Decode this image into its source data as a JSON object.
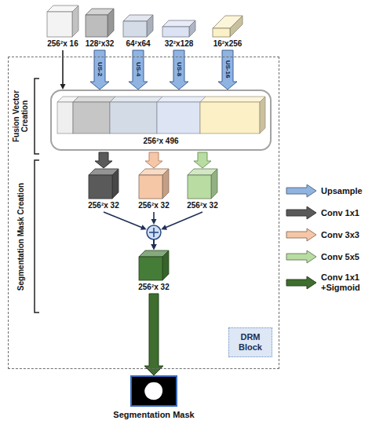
{
  "diagram": {
    "nodes": [
      {
        "text": [
          "256²x 16"
        ]
      },
      {
        "text": [
          "128²x32"
        ]
      },
      {
        "text": [
          "64²x64"
        ]
      },
      {
        "text": [
          "32²x128"
        ]
      },
      {
        "text": [
          "16²x256"
        ]
      },
      {
        "text": [
          "DRM Block"
        ]
      },
      {
        "text": [
          "256²x 496"
        ],
        "in": 5
      },
      {
        "text": [
          "256²x 32"
        ],
        "in": 5
      },
      {
        "text": [
          "256²x 32"
        ],
        "in": 5
      },
      {
        "text": [
          "256²x 32"
        ],
        "in": 5
      },
      {
        "text": [
          "256²x 32"
        ],
        "in": 5
      },
      {
        "text": [
          "Segmentation Mask"
        ]
      }
    ],
    "edges": [
      {
        "from": 0,
        "to": 6,
        "arrow": "to"
      },
      {
        "from": 1,
        "to": 6,
        "arrow": "to",
        "label": "US-2"
      },
      {
        "from": 2,
        "to": 6,
        "arrow": "to",
        "label": "US-4"
      },
      {
        "from": 3,
        "to": 6,
        "arrow": "to",
        "label": "US-8"
      },
      {
        "from": 4,
        "to": 6,
        "arrow": "to",
        "label": "US-16"
      },
      {
        "from": 6,
        "to": 7,
        "arrow": "to"
      },
      {
        "from": 6,
        "to": 8,
        "arrow": "to"
      },
      {
        "from": 6,
        "to": 9,
        "arrow": "to"
      },
      {
        "from": 7,
        "to": 10,
        "arrow": "to"
      },
      {
        "from": 8,
        "to": 10,
        "arrow": "to"
      },
      {
        "from": 9,
        "to": 10,
        "arrow": "to"
      },
      {
        "from": 10,
        "to": 11,
        "arrow": "to"
      }
    ],
    "labels": [
      "Fusion Vector Creation",
      "Segmentation Mask Creation"
    ],
    "legend": [
      {
        "text": "Upsample",
        "color": "#90b4e2"
      },
      {
        "text": "Conv 1x1",
        "color": "#5a5a5a"
      },
      {
        "text": "Conv 3x3",
        "color": "#f6c7a6"
      },
      {
        "text": "Conv 5x5",
        "color": "#b8dca2"
      },
      {
        "text": "Conv 1x1 +Sigmoid",
        "color": "#3f6e2f"
      }
    ]
  }
}
